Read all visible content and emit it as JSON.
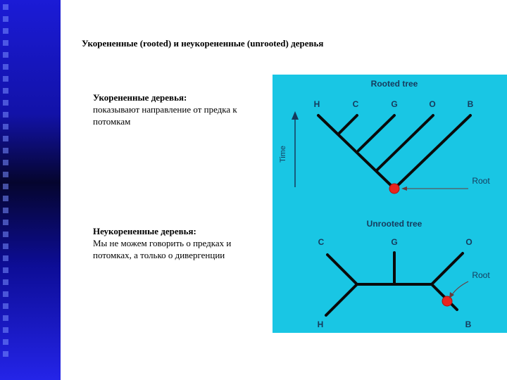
{
  "slide": {
    "title": "Укорененные (rooted) и неукорененные (unrooted) деревья",
    "rooted": {
      "heading": "Укорененные деревья:",
      "body": "показывают направление от предка к потомкам"
    },
    "unrooted": {
      "heading": "Неукорененные деревья:",
      "body": "Мы не можем говорить о предках и потомках, а только о дивергенции"
    }
  },
  "figure": {
    "background": "#19c6e4",
    "line_color": "#0a0a0a",
    "root_color": "#e8251f",
    "rooted_tree": {
      "title": "Rooted tree",
      "axis_label": "Time",
      "root_label": "Root",
      "leaves": [
        "H",
        "C",
        "G",
        "O",
        "B"
      ]
    },
    "unrooted_tree": {
      "title": "Unrooted tree",
      "root_label": "Root",
      "leaves": [
        "C",
        "G",
        "O",
        "H",
        "B"
      ]
    }
  }
}
